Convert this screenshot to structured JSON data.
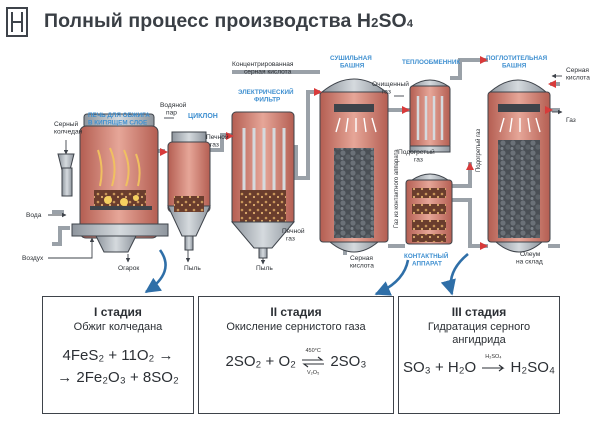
{
  "title": {
    "main": "Полный процесс производства H",
    "sub": "2",
    "tail": "SO",
    "sub2": "4"
  },
  "colors": {
    "accent": "#3e8fd0",
    "arrow": "#d83a3a",
    "body": "#c97b6d",
    "metal": "#b6bcc3",
    "dark": "#3e434a"
  },
  "labels": {
    "sernyi_kolchedan": [
      "Серный",
      "колчедан"
    ],
    "pech": [
      "ПЕЧЬ ДЛЯ ОБЖИГА",
      "В КИПЯЩЕМ СЛОЕ"
    ],
    "vodyanoi_par": [
      "Водяной",
      "пар"
    ],
    "ciklon": "ЦИКЛОН",
    "voda": "Вода",
    "vozdukh": "Воздух",
    "ogarok": "Огарок",
    "pyl1": "Пыль",
    "pyl2": "Пыль",
    "pechnoi_gaz1": [
      "Печной",
      "газ"
    ],
    "pechnoi_gaz2": [
      "Печной",
      "газ"
    ],
    "elektricheskii_filtr": [
      "ЭЛЕКТРИЧЕСКИЙ",
      "ФИЛЬТР"
    ],
    "konc_kislota": [
      "Концентрированная",
      "серная кислота"
    ],
    "sushilnaya_bashnya": [
      "СУШИЛЬНАЯ",
      "БАШНЯ"
    ],
    "teploobmennik": "ТЕПЛООБМЕННИК",
    "ochishchennyi_gaz": [
      "Очищенный",
      "газ"
    ],
    "podogretyi_gaz1": [
      "Подогретый",
      "газ"
    ],
    "gaz_iz_kontaktnogo": "Газ из контактного аппарата",
    "kontaktnyi_apparat": [
      "КОНТАКТНЫЙ",
      "АППАРАТ"
    ],
    "sernaya_kislota_mid": [
      "Серная",
      "кислота"
    ],
    "podogretyi_gaz2": "Подогретый газ",
    "poglotitelnaya_bashnya": [
      "ПОГЛОТИТЕЛЬНАЯ",
      "БАШНЯ"
    ],
    "sernaya_kislota_right": [
      "Серная",
      "кислота"
    ],
    "gaz_out": "Газ",
    "oleum": [
      "Олеум",
      "на склад"
    ]
  },
  "stages": [
    {
      "title": "I стадия",
      "desc": "Обжиг колчедана",
      "eq_line1": "4FeS₂ + 11O₂ →",
      "eq_line2": "→ 2Fe₂O₃ + 8SO₂"
    },
    {
      "title": "II стадия",
      "desc": "Окисление сернистого газа",
      "eq_left": "2SO₂ + O₂",
      "eq_right": "2SO₃",
      "cond_top": "450°C",
      "cond_bot": "V₂O₅"
    },
    {
      "title": "III стадия",
      "desc": "Гидратация серного ангидрида",
      "eq_left": "SO₃ + H₂O",
      "eq_right": "H₂SO₄",
      "cond_top": "H₂SO₄"
    }
  ]
}
